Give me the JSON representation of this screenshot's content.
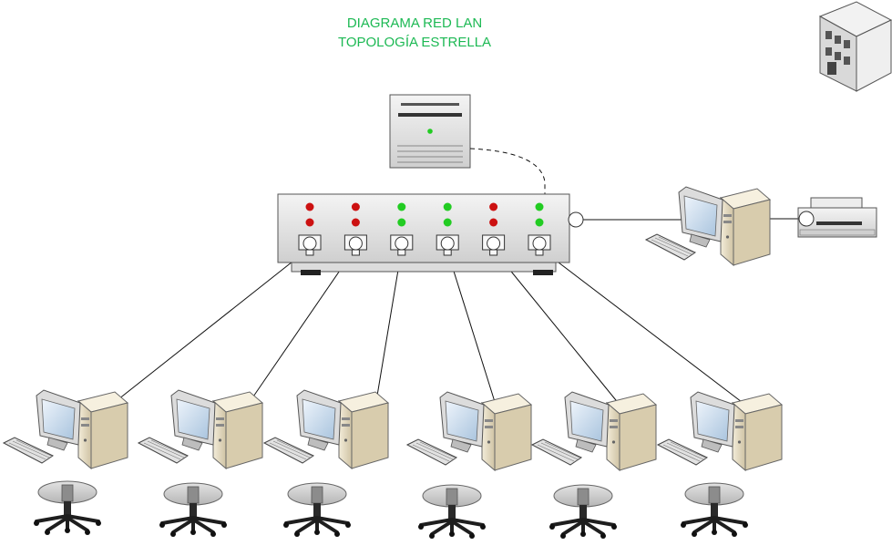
{
  "title": {
    "line1": "DIAGRAMA RED LAN",
    "line2": "TOPOLOGÍA ESTRELLA"
  },
  "colors": {
    "title": "#1db954",
    "led_green": "#22cc22",
    "led_red": "#cc1111",
    "device_gray": "#e6e6e6",
    "device_stroke": "#555555",
    "monitor_screen": "#c9dcef",
    "pc_beige": "#e9dfc6",
    "chair_top": "#cfcfcf",
    "chair_base": "#222222",
    "cable": "#111111"
  },
  "icons": {
    "building": "building-icon",
    "server": "server-icon",
    "hub": "hub-switch-icon",
    "workstation": "workstation-icon",
    "printer": "printer-icon",
    "chair": "office-chair-icon"
  },
  "hub": {
    "ports": [
      {
        "led_top": "red",
        "led_bottom": "red"
      },
      {
        "led_top": "red",
        "led_bottom": "red"
      },
      {
        "led_top": "green",
        "led_bottom": "green"
      },
      {
        "led_top": "green",
        "led_bottom": "green"
      },
      {
        "led_top": "red",
        "led_bottom": "red"
      },
      {
        "led_top": "green",
        "led_bottom": "green"
      }
    ]
  },
  "server": {
    "led": "green"
  }
}
